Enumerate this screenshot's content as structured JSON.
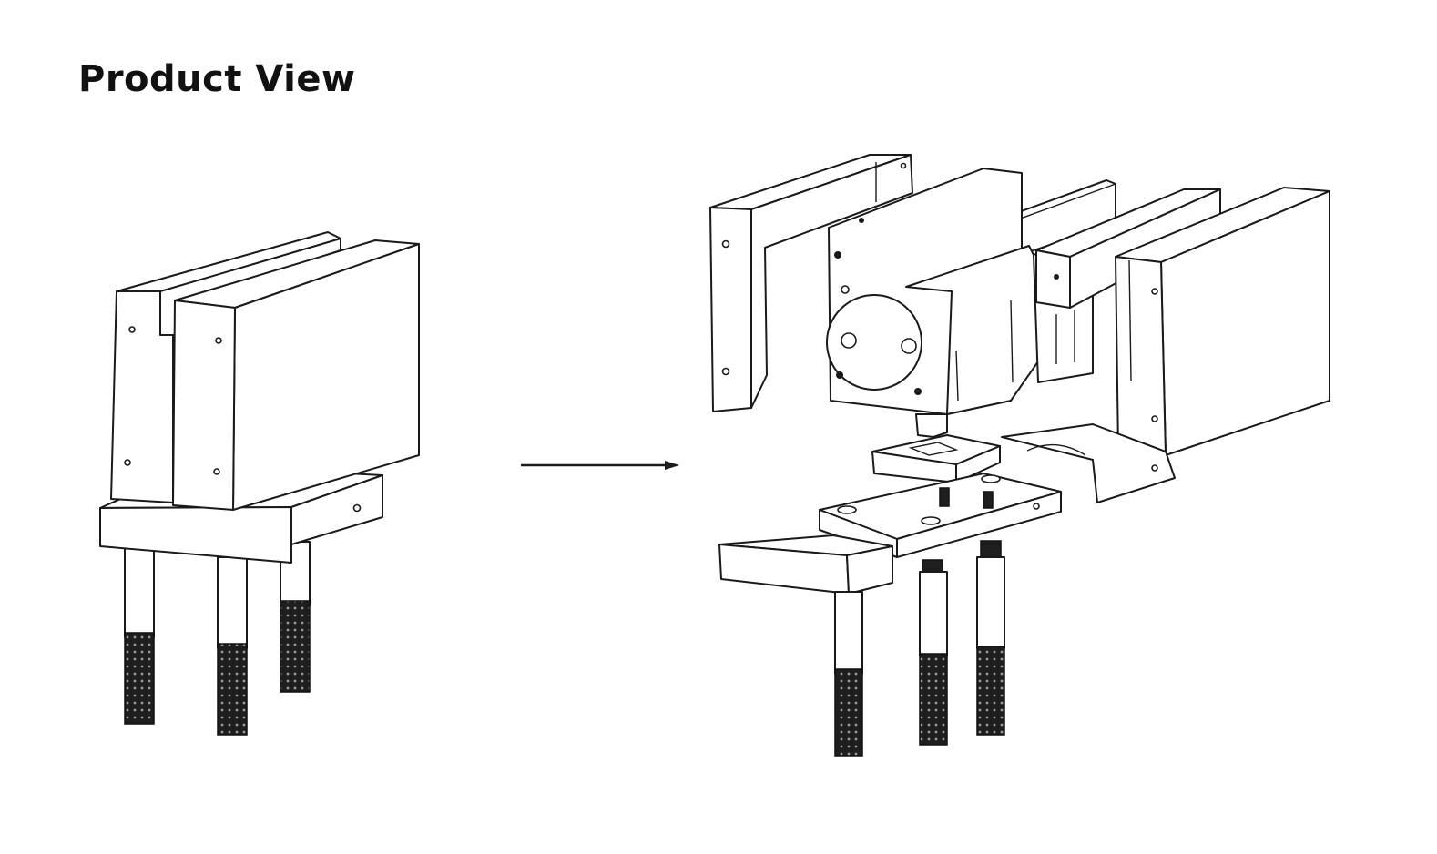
{
  "title": "Product View",
  "figure": {
    "left_view": "assembled-product",
    "right_view": "exploded-product",
    "connector": "arrow-right"
  }
}
